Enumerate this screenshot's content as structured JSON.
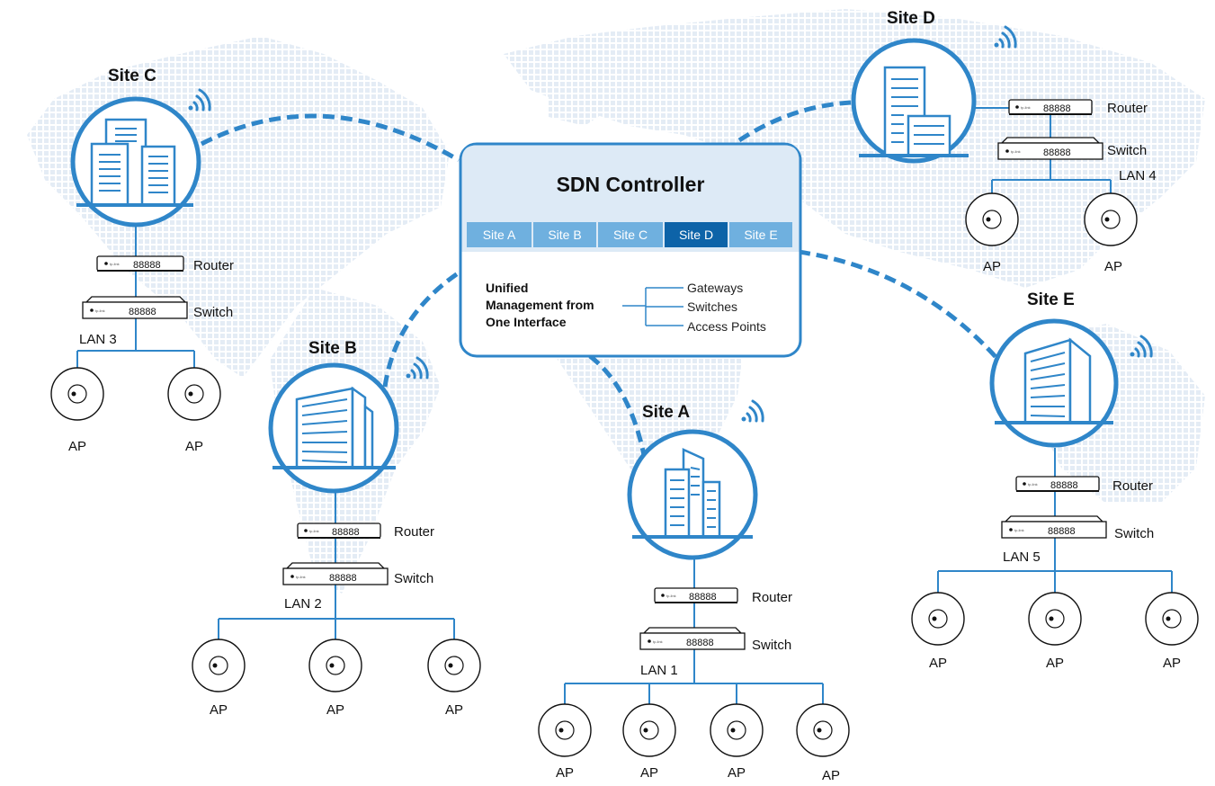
{
  "controller": {
    "title": "SDN Controller",
    "tabs": [
      "Site A",
      "Site B",
      "Site C",
      "Site D",
      "Site E"
    ],
    "active_tab": "Site D",
    "management_lines": [
      "Unified",
      "Management from",
      "One Interface"
    ],
    "managed_items": [
      "Gateways",
      "Switches",
      "Access Points"
    ]
  },
  "labels": {
    "router": "Router",
    "switch": "Switch",
    "ap": "AP",
    "brand": "tp-link"
  },
  "sites": {
    "site_a": {
      "title": "Site A",
      "lan": "LAN 1"
    },
    "site_b": {
      "title": "Site B",
      "lan": "LAN 2"
    },
    "site_c": {
      "title": "Site C",
      "lan": "LAN 3"
    },
    "site_d": {
      "title": "Site D",
      "lan": "LAN 4"
    },
    "site_e": {
      "title": "Site E",
      "lan": "LAN 5"
    }
  },
  "colors": {
    "accent": "#2f86c9",
    "tab_inactive": "#6fb0df",
    "tab_active": "#0d63a8",
    "panel_fill": "#ddeaf6",
    "map_dots": "#e6eef6"
  },
  "icons": [
    "office-building-icon",
    "wifi-signal-icon",
    "router-icon",
    "switch-icon",
    "access-point-icon",
    "world-map-background"
  ]
}
